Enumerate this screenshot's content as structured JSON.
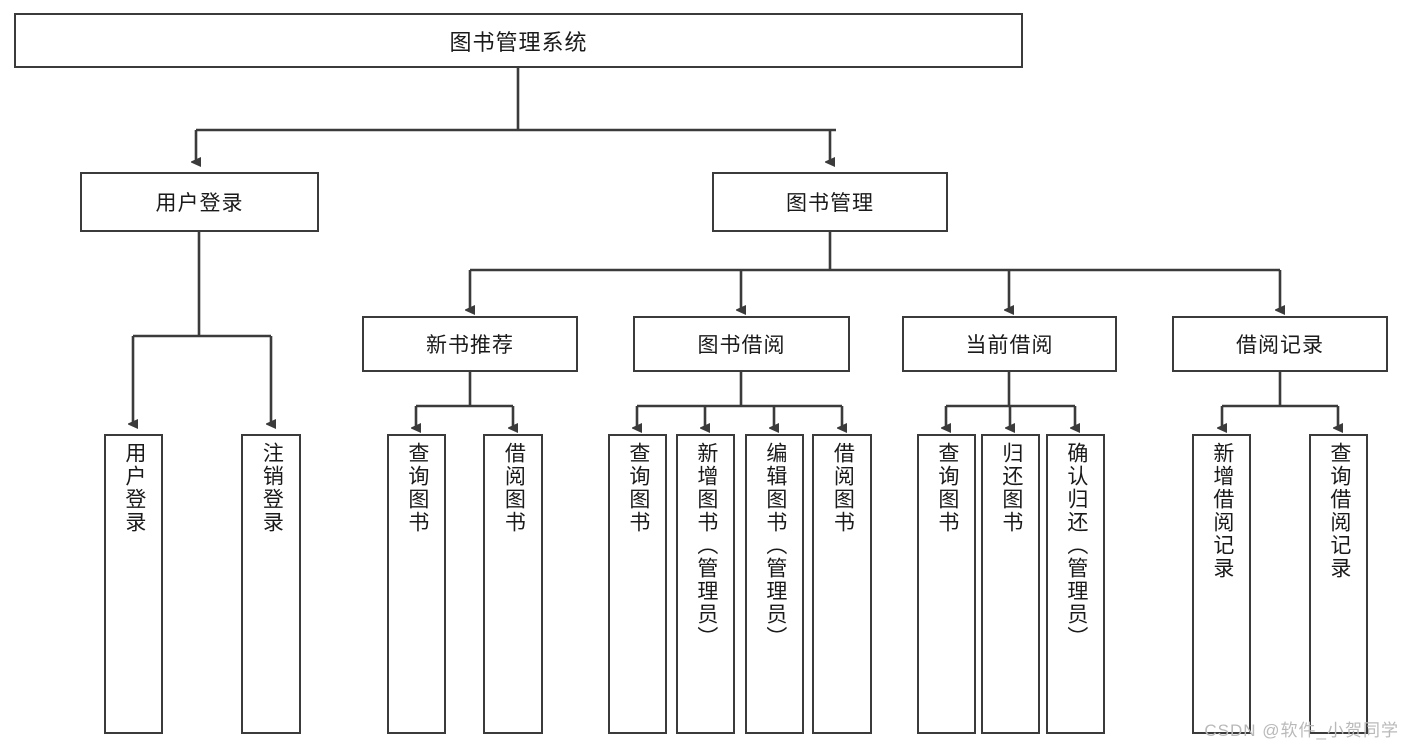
{
  "diagram": {
    "title": "图书管理系统",
    "root": {
      "label": "图书管理系统"
    },
    "level2": [
      {
        "label": "用户登录"
      },
      {
        "label": "图书管理"
      }
    ],
    "level3": [
      {
        "label": "新书推荐"
      },
      {
        "label": "图书借阅"
      },
      {
        "label": "当前借阅"
      },
      {
        "label": "借阅记录"
      }
    ],
    "leaves": {
      "user_login": [
        {
          "label": "用户登录"
        },
        {
          "label": "注销登录"
        }
      ],
      "new_book_recommend": [
        {
          "label": "查询图书"
        },
        {
          "label": "借阅图书"
        }
      ],
      "book_borrow": [
        {
          "label": "查询图书"
        },
        {
          "label": "新增图书（管理员）"
        },
        {
          "label": "编辑图书（管理员）"
        },
        {
          "label": "借阅图书"
        }
      ],
      "current_borrow": [
        {
          "label": "查询图书"
        },
        {
          "label": "归还图书"
        },
        {
          "label": "确认归还（管理员）"
        }
      ],
      "borrow_record": [
        {
          "label": "新增借阅记录"
        },
        {
          "label": "查询借阅记录"
        }
      ]
    },
    "watermark": "CSDN @软件_小贺同学",
    "colors": {
      "stroke": "#3b3b3b",
      "background": "#ffffff",
      "text": "#1a1a1a",
      "watermark": "#b9b9b9"
    }
  }
}
